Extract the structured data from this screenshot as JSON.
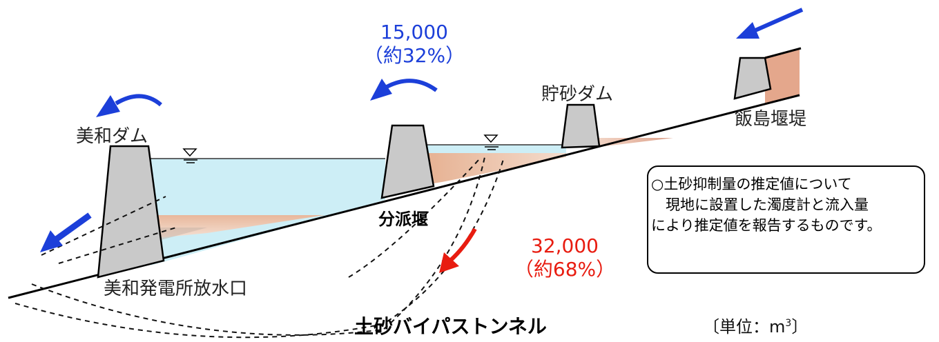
{
  "labels": {
    "miwa_dam": "美和ダム",
    "chosa_dam": "貯砂ダム",
    "iijima_embankment": "飯島堰堤",
    "bunpa_weir": "分派堰",
    "outlet": "美和発電所放水口",
    "bypass_tunnel": "土砂バイパストンネル"
  },
  "flows": {
    "dam_pass": {
      "value": "15,000",
      "percent": "（約32%）",
      "color": "#1c3fd9"
    },
    "bypass": {
      "value": "32,000",
      "percent": "（約68%）",
      "color": "#e81c10"
    }
  },
  "note": {
    "line1": "○土砂抑制量の推定値について",
    "line2": "　現地に設置した濁度計と流入量",
    "line3": "により推定値を報告するものです。"
  },
  "unit": {
    "prefix": "〔単位：m",
    "sup": "3",
    "suffix": "〕"
  },
  "colors": {
    "water": "#cdeef6",
    "sediment": "#e6b89e",
    "dam": "#c9c9c9",
    "arrow_blue": "#1c3fd9",
    "arrow_red": "#e81c10"
  }
}
